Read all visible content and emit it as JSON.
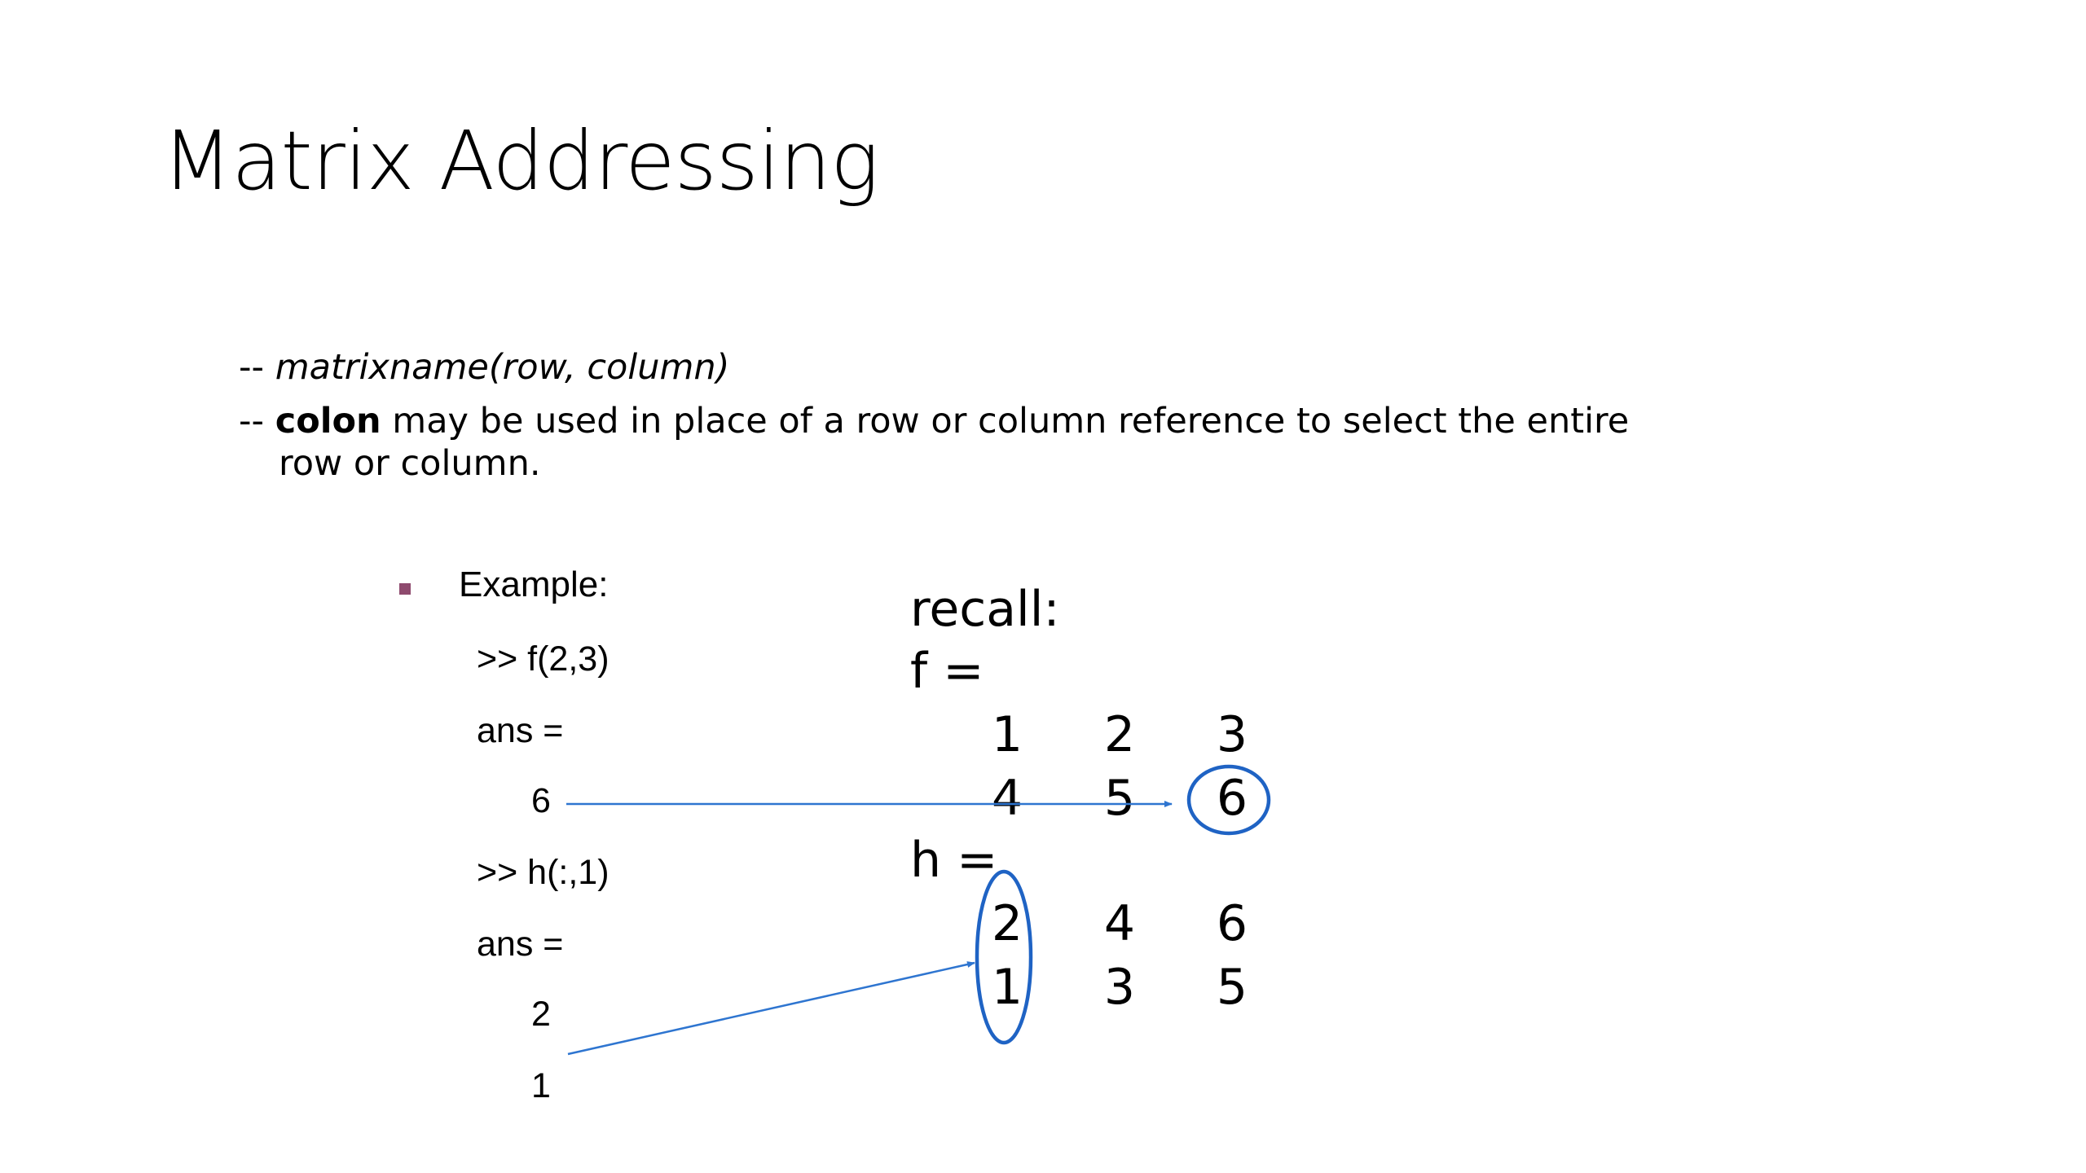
{
  "slide": {
    "title": "Matrix Addressing",
    "bullets": {
      "line1_prefix": "-- ",
      "line1_italic": "matrixname(row, column)",
      "line2_prefix": "-- ",
      "line2_bold": "colon",
      "line2_rest": " may be used in place of a row or column reference to select the entire",
      "line3": "row or column."
    },
    "example": {
      "label": "Example:",
      "cmd1": ">> f(2,3)",
      "ans1_label": "ans =",
      "ans1_value": "6",
      "cmd2": ">> h(:,1)",
      "ans2_label": "ans =",
      "ans2_values": [
        "2",
        "1"
      ]
    },
    "recall": {
      "label": "recall:",
      "f_label": "f =",
      "f": [
        [
          "1",
          "2",
          "3"
        ],
        [
          "4",
          "5",
          "6"
        ]
      ],
      "h_label": "h =",
      "h": [
        [
          "2",
          "4",
          "6"
        ],
        [
          "1",
          "3",
          "5"
        ]
      ]
    },
    "colors": {
      "annotation": "#1f63c4",
      "arrow": "#2e75d0",
      "bullet": "#8e4a6e"
    }
  }
}
